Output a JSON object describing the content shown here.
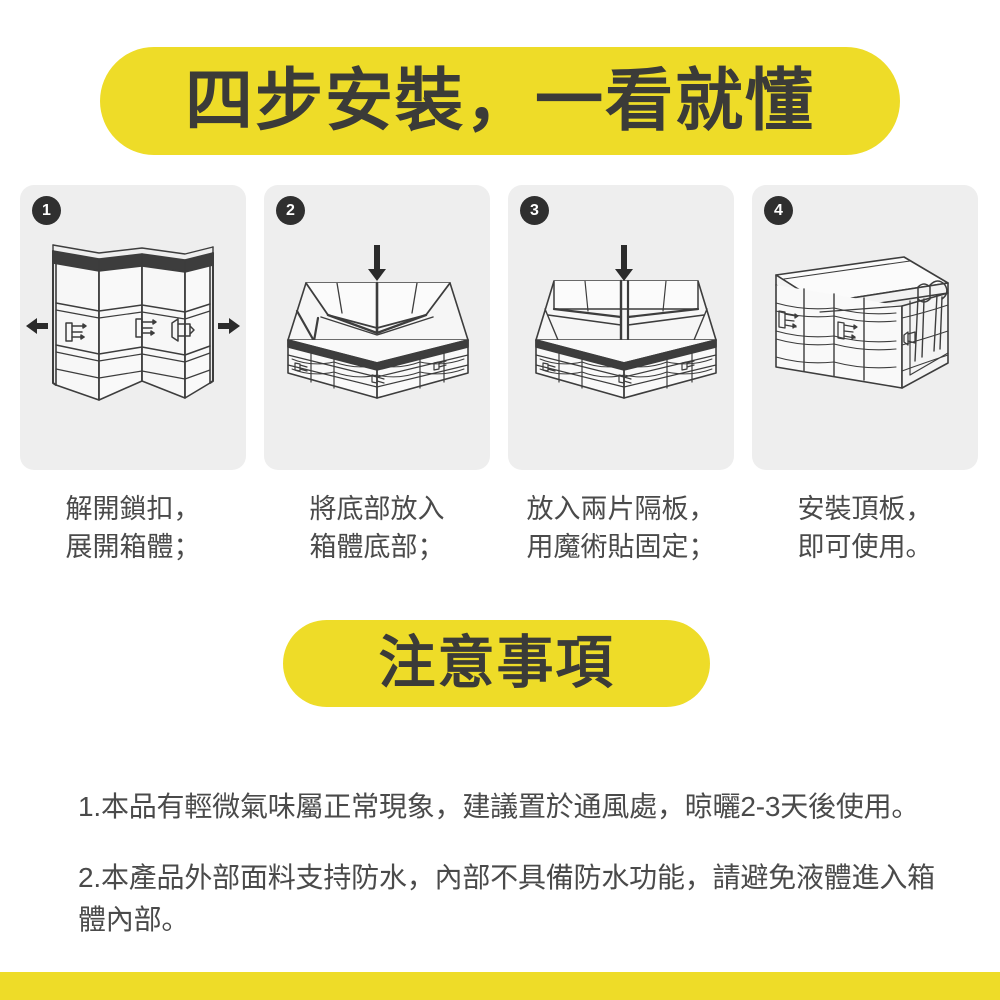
{
  "colors": {
    "banner_yellow": "#eedc28",
    "banner_text": "#3b3b38",
    "card_grey": "#eeeeee",
    "badge_dark": "#2f2f2f",
    "body_text": "#4a4a4a",
    "line_art": "#3d3d3d",
    "page_bg": "#ffffff"
  },
  "title_banner": {
    "text": "四步安裝，一看就懂"
  },
  "steps": [
    {
      "number": "1",
      "art": "folded-panels-with-buckles",
      "caption_lines": [
        "解開鎖扣，",
        "展開箱體；"
      ]
    },
    {
      "number": "2",
      "art": "open-box-insert-base",
      "caption_lines": [
        "將底部放入",
        "箱體底部；"
      ]
    },
    {
      "number": "3",
      "art": "open-box-insert-dividers",
      "caption_lines": [
        "放入兩片隔板，",
        "用魔術貼固定；"
      ]
    },
    {
      "number": "4",
      "art": "assembled-box-with-lid",
      "caption_lines": [
        "安裝頂板，",
        "即可使用。"
      ]
    }
  ],
  "notice_banner": {
    "text": "注意事項"
  },
  "notes": [
    "1.本品有輕微氣味屬正常現象，建議置於通風處，晾曬2-3天後使用。",
    "2.本產品外部面料支持防水，內部不具備防水功能，請避免液體進入箱體內部。"
  ]
}
